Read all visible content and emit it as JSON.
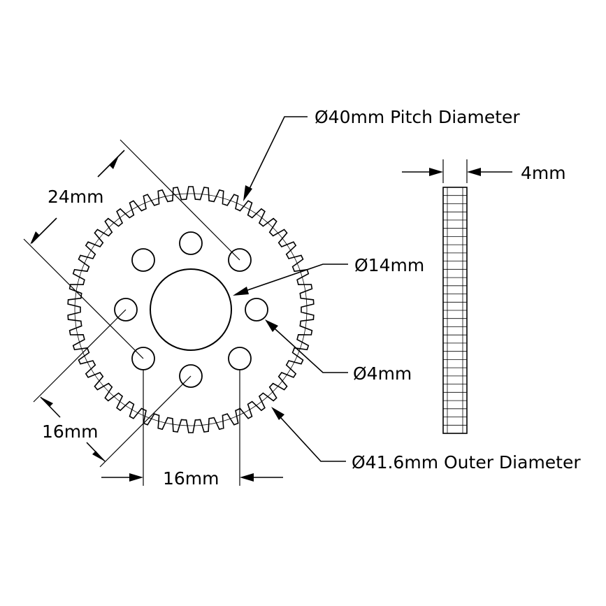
{
  "labels": {
    "pitch_diameter": "Ø40mm Pitch Diameter",
    "hub_diameter": "Ø14mm",
    "hole_diameter": "Ø4mm",
    "outer_diameter": "Ø41.6mm Outer Diameter",
    "thickness": "4mm",
    "diagonal_spacing_a": "24mm",
    "diagonal_spacing_b": "16mm",
    "horizontal_spacing": "16mm"
  },
  "gear": {
    "teeth": 50
  }
}
